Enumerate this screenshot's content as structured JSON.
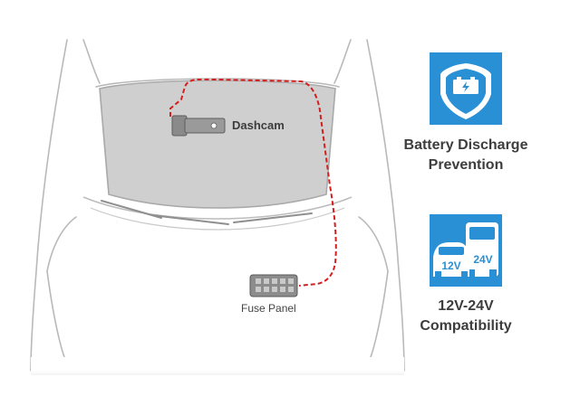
{
  "diagram": {
    "dashcam_label": "Dashcam",
    "fuse_panel_label": "Fuse Panel"
  },
  "features": [
    {
      "icon": "battery-shield-icon",
      "line1": "Battery Discharge",
      "line2": "Prevention"
    },
    {
      "icon": "vehicles-12v-24v-icon",
      "line1": "12V-24V",
      "line2": "Compatibility"
    }
  ],
  "vehicle_badges": {
    "car": "12V",
    "truck": "24V"
  },
  "colors": {
    "accent_blue": "#2a90d6",
    "wire_red": "#d21f1f",
    "windshield_gray": "#cfcfcf",
    "device_gray": "#8a8a8a"
  }
}
